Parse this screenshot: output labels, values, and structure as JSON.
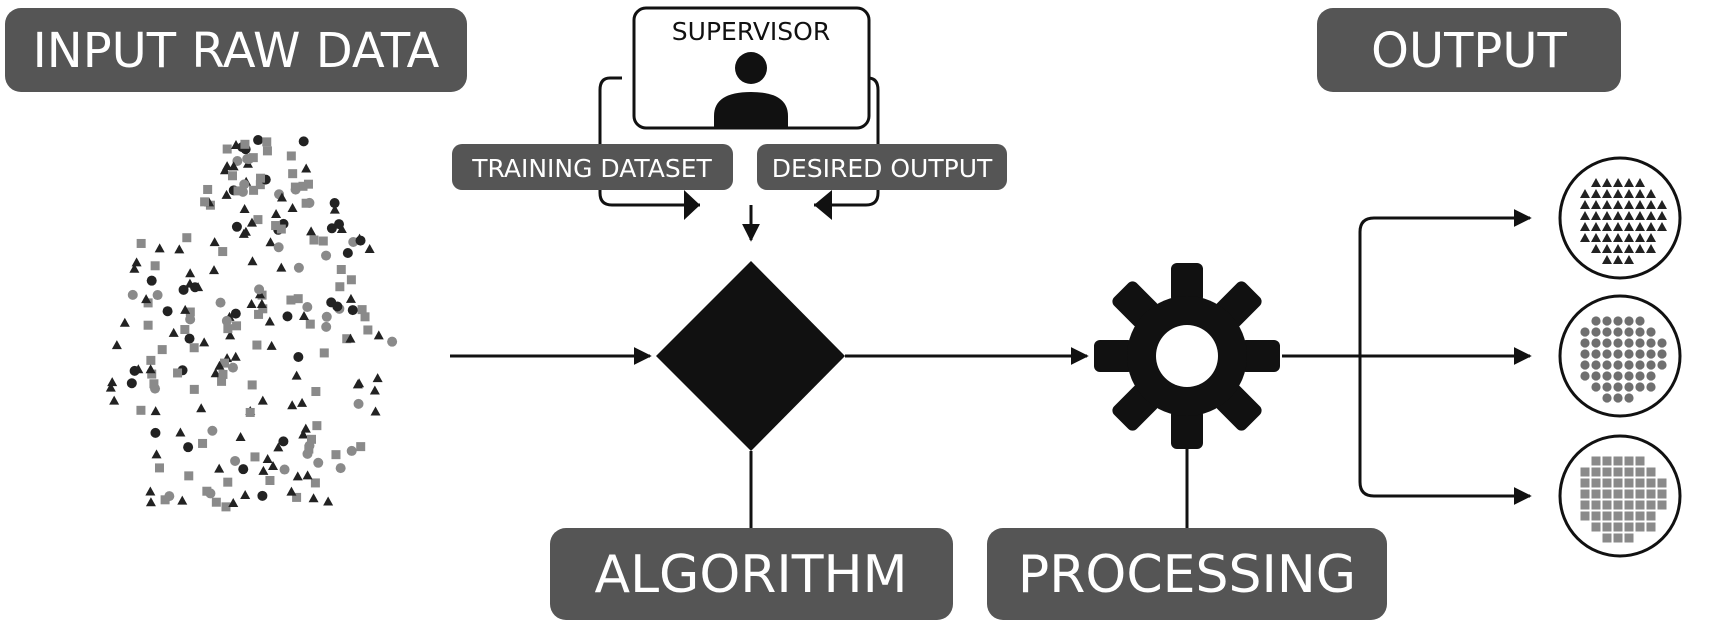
{
  "labels": {
    "input": "INPUT RAW DATA",
    "output": "OUTPUT",
    "supervisor": "SUPERVISOR",
    "training_dataset": "TRAINING DATASET",
    "desired_output": "DESIRED OUTPUT",
    "algorithm": "ALGORITHM",
    "processing": "PROCESSING"
  },
  "colors": {
    "label_fill": "#555555",
    "label_text": "#ffffff",
    "mark_dark": "#222222",
    "mark_grey": "#8a8a8a",
    "line": "#111111"
  },
  "scatter_shapes": [
    "triangle",
    "circle",
    "square"
  ],
  "output_groups": [
    "triangles",
    "circles",
    "squares"
  ]
}
